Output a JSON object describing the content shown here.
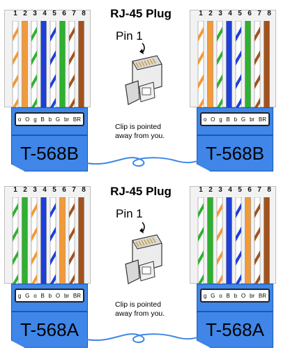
{
  "pin_numbers": [
    "1",
    "2",
    "3",
    "4",
    "5",
    "6",
    "7",
    "8"
  ],
  "top": {
    "title": "RJ-45 Plug",
    "pin1": "Pin 1",
    "clip_note_line1": "Clip is pointed",
    "clip_note_line2": "away from you.",
    "codes": [
      "o",
      "O",
      "g",
      "B",
      "b",
      "G",
      "br",
      "BR"
    ],
    "standard": "T-568B",
    "wires": [
      {
        "stripe": true,
        "color": "#f29a38"
      },
      {
        "stripe": false,
        "color": "#f29a38"
      },
      {
        "stripe": true,
        "color": "#2fb02f"
      },
      {
        "stripe": false,
        "color": "#1d3fd8"
      },
      {
        "stripe": true,
        "color": "#1d3fd8"
      },
      {
        "stripe": false,
        "color": "#2fb02f"
      },
      {
        "stripe": true,
        "color": "#a2521d"
      },
      {
        "stripe": false,
        "color": "#a2521d"
      }
    ]
  },
  "bottom": {
    "title": "RJ-45 Plug",
    "pin1": "Pin 1",
    "clip_note_line1": "Clip is pointed",
    "clip_note_line2": "away from you.",
    "codes": [
      "g",
      "G",
      "o",
      "B",
      "b",
      "O",
      "br",
      "BR"
    ],
    "standard": "T-568A",
    "wires": [
      {
        "stripe": true,
        "color": "#2fb02f"
      },
      {
        "stripe": false,
        "color": "#2fb02f"
      },
      {
        "stripe": true,
        "color": "#f29a38"
      },
      {
        "stripe": false,
        "color": "#1d3fd8"
      },
      {
        "stripe": true,
        "color": "#1d3fd8"
      },
      {
        "stripe": false,
        "color": "#f29a38"
      },
      {
        "stripe": true,
        "color": "#a2521d"
      },
      {
        "stripe": false,
        "color": "#a2521d"
      }
    ]
  }
}
